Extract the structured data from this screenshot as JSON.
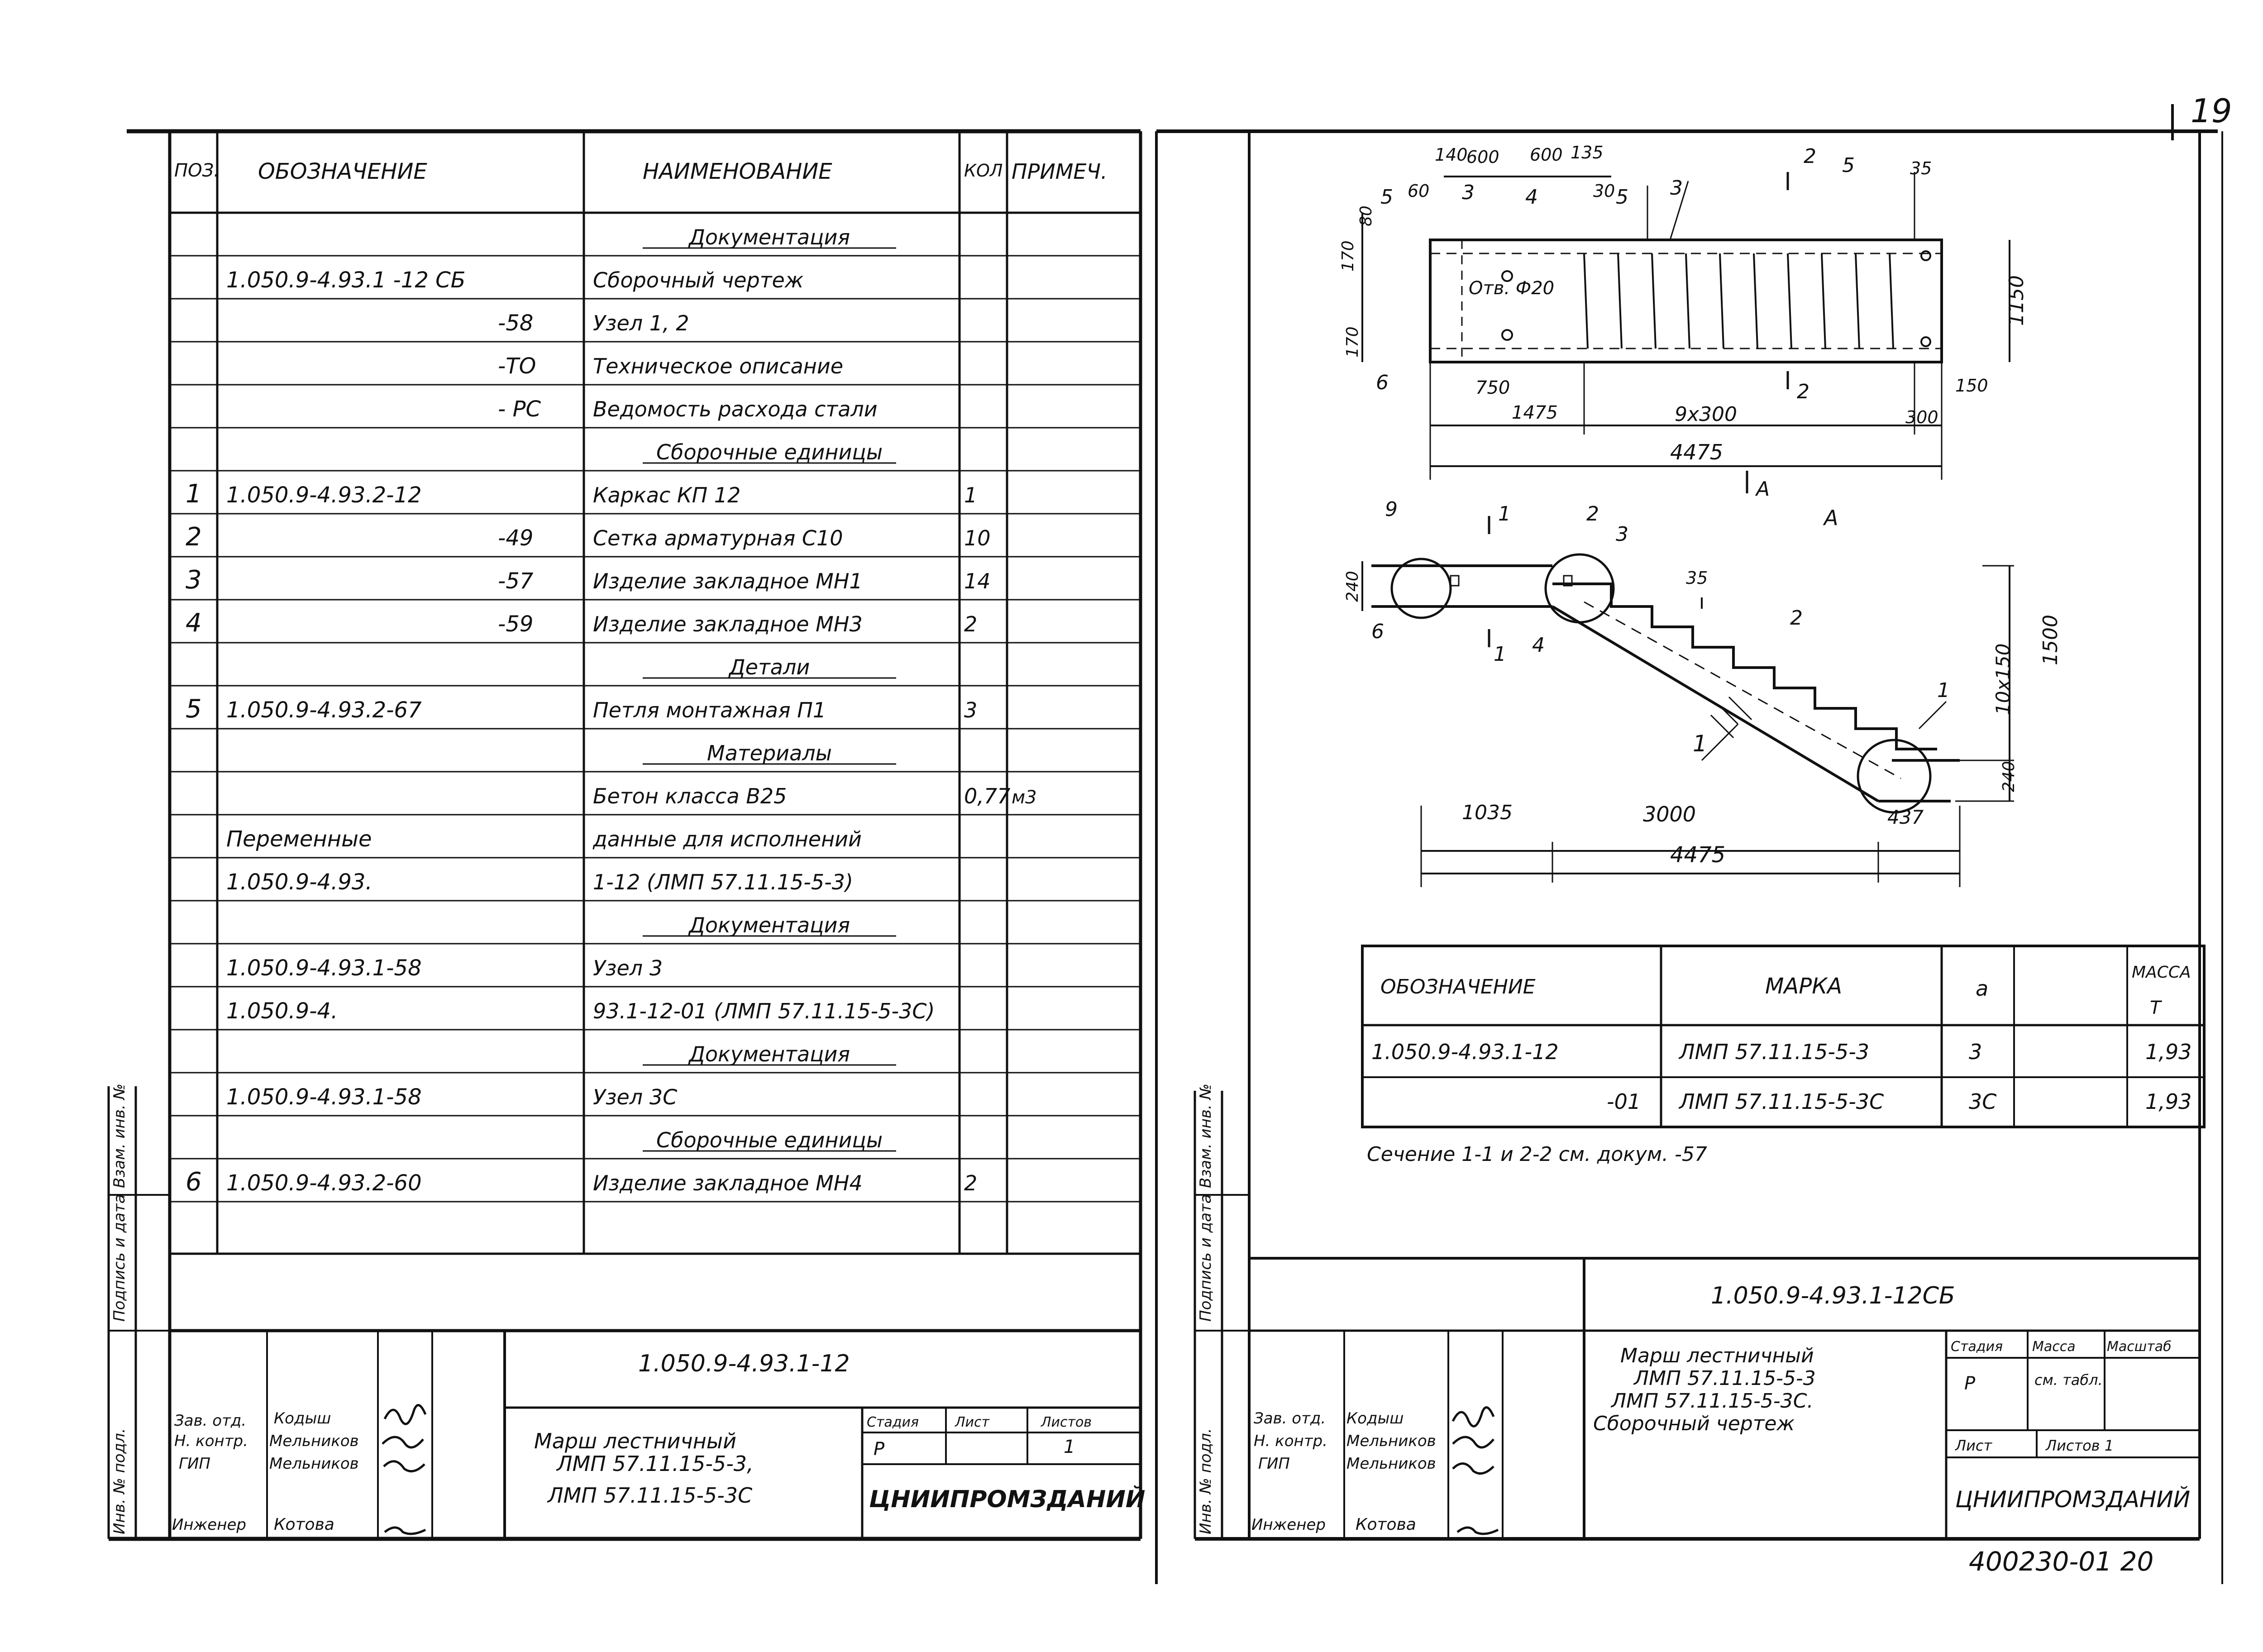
{
  "page_number": "19",
  "stamp": "400230-01 20",
  "spec": {
    "headers": {
      "pos": "ПОЗ.",
      "designation": "ОБОЗНАЧЕНИЕ",
      "name": "НАИМЕНОВАНИЕ",
      "qty": "КОЛ",
      "note": "ПРИМЕЧ."
    },
    "rows": [
      {
        "pos": "",
        "designation": "",
        "name": "Документация",
        "qty": "",
        "note": ""
      },
      {
        "pos": "",
        "designation": "1.050.9-4.93.1 -12 СБ",
        "name": "Сборочный чертеж",
        "qty": "",
        "note": ""
      },
      {
        "pos": "",
        "designation": "-58",
        "name": "Узел 1, 2",
        "qty": "",
        "note": ""
      },
      {
        "pos": "",
        "designation": "-ТО",
        "name": "Техническое описание",
        "qty": "",
        "note": ""
      },
      {
        "pos": "",
        "designation": "- РС",
        "name": "Ведомость расхода стали",
        "qty": "",
        "note": ""
      },
      {
        "pos": "",
        "designation": "",
        "name": "Сборочные единицы",
        "qty": "",
        "note": ""
      },
      {
        "pos": "1",
        "designation": "1.050.9-4.93.2-12",
        "name": "Каркас КП 12",
        "qty": "1",
        "note": ""
      },
      {
        "pos": "2",
        "designation": "-49",
        "name": "Сетка арматурная С10",
        "qty": "10",
        "note": ""
      },
      {
        "pos": "3",
        "designation": "-57",
        "name": "Изделие закладное МН1",
        "qty": "14",
        "note": ""
      },
      {
        "pos": "4",
        "designation": "-59",
        "name": "Изделие закладное МН3",
        "qty": "2",
        "note": ""
      },
      {
        "pos": "",
        "designation": "",
        "name": "Детали",
        "qty": "",
        "note": ""
      },
      {
        "pos": "5",
        "designation": "1.050.9-4.93.2-67",
        "name": "Петля монтажная П1",
        "qty": "3",
        "note": ""
      },
      {
        "pos": "",
        "designation": "",
        "name": "Материалы",
        "qty": "",
        "note": ""
      },
      {
        "pos": "",
        "designation": "",
        "name": "Бетон класса В25",
        "qty": "0,77",
        "note": "м3"
      },
      {
        "pos": "",
        "designation": "Переменные",
        "name": "данные для исполнений",
        "qty": "",
        "note": ""
      },
      {
        "pos": "",
        "designation": "1.050.9-4.93.",
        "name": "1-12 (ЛМП 57.11.15-5-3)",
        "qty": "",
        "note": ""
      },
      {
        "pos": "",
        "designation": "",
        "name": "Документация",
        "qty": "",
        "note": ""
      },
      {
        "pos": "",
        "designation": "1.050.9-4.93.1-58",
        "name": "Узел 3",
        "qty": "",
        "note": ""
      },
      {
        "pos": "",
        "designation": "1.050.9-4.",
        "name": "93.1-12-01 (ЛМП 57.11.15-5-3С)",
        "qty": "",
        "note": ""
      },
      {
        "pos": "",
        "designation": "",
        "name": "Документация",
        "qty": "",
        "note": ""
      },
      {
        "pos": "",
        "designation": "1.050.9-4.93.1-58",
        "name": "Узел 3С",
        "qty": "",
        "note": ""
      },
      {
        "pos": "",
        "designation": "",
        "name": "Сборочные единицы",
        "qty": "",
        "note": ""
      },
      {
        "pos": "6",
        "designation": "1.050.9-4.93.2-60",
        "name": "Изделие закладное МН4",
        "qty": "2",
        "note": ""
      }
    ]
  },
  "side_labels": [
    "Взам. инв. №",
    "Подпись и дата",
    "Инв. № подл."
  ],
  "left_title": {
    "code": "1.050.9-4.93.1-12",
    "roles": [
      "Зав. отд.",
      "Н. контр.",
      "ГИП",
      "Инженер"
    ],
    "names": [
      "Кодыш",
      "Мельников",
      "Мельников",
      "Котова"
    ],
    "title": [
      "Марш лестничный",
      "ЛМП 57.11.15-5-3,",
      "ЛМП 57.11.15-5-3С"
    ],
    "stage_h": "Стадия",
    "sheet_h": "Лист",
    "sheets_h": "Листов",
    "stage": "Р",
    "sheets": "1",
    "org": "ЦНИИПРОМЗДАНИЙ"
  },
  "drawing": {
    "plan_dims": {
      "top": [
        "140",
        "600",
        "600",
        "135",
        "60",
        "30",
        "35"
      ],
      "left": [
        "170",
        "80",
        "170"
      ],
      "bottom": [
        "750",
        "1475",
        "9х300",
        "300",
        "150",
        "4475"
      ],
      "right": "1150",
      "hole": "Отв. Ф20"
    },
    "plan_labels": [
      "5",
      "3",
      "4",
      "5",
      "3",
      "2",
      "5",
      "6",
      "2",
      "А"
    ],
    "section_title": "А",
    "section_dims": {
      "bottom": [
        "1035",
        "3000",
        "437",
        "4475"
      ],
      "right": [
        "10х150",
        "1500",
        "240"
      ],
      "left": "240",
      "small": "35"
    },
    "section_labels": [
      "9",
      "1",
      "2",
      "3",
      "6",
      "4",
      "1",
      "2",
      "1",
      "1"
    ]
  },
  "marks_table": {
    "headers": [
      "ОБОЗНАЧЕНИЕ",
      "МАРКА",
      "а",
      "МАССА",
      "Т"
    ],
    "rows": [
      {
        "designation": "1.050.9-4.93.1-12",
        "mark": "ЛМП 57.11.15-5-3",
        "a": "3",
        "mass": "1,93"
      },
      {
        "designation": "-01",
        "mark": "ЛМП 57.11.15-5-3С",
        "a": "3С",
        "mass": "1,93"
      }
    ],
    "note": "Сечение 1-1 и 2-2 см. докум. -57"
  },
  "right_title": {
    "code": "1.050.9-4.93.1-12СБ",
    "roles": [
      "Зав. отд.",
      "Н. контр.",
      "ГИП",
      "Инженер"
    ],
    "names": [
      "Кодыш",
      "Мельников",
      "Мельников",
      "Котова"
    ],
    "title": [
      "Марш лестничный",
      "ЛМП 57.11.15-5-3",
      "ЛМП 57.11.15-5-3С.",
      "Сборочный чертеж"
    ],
    "stage_h": "Стадия",
    "mass_h": "Масса",
    "scale_h": "Масштаб",
    "stage": "Р",
    "mass": "см. табл.",
    "sheet_h": "Лист",
    "sheets_h": "Листов 1",
    "org": "ЦНИИПРОМЗДАНИЙ"
  }
}
